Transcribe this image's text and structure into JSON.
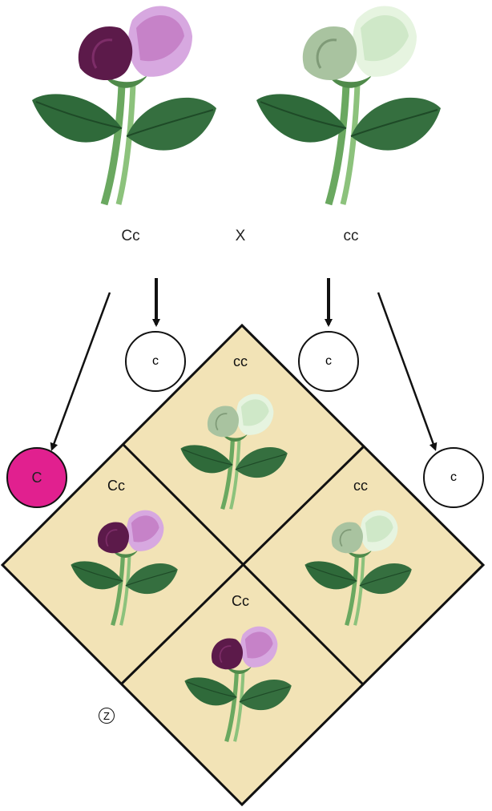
{
  "parents": {
    "left": {
      "genotype": "Cc",
      "flower_color": "purple"
    },
    "cross_symbol": "X",
    "right": {
      "genotype": "cc",
      "flower_color": "white"
    }
  },
  "gametes": {
    "left_parent": [
      {
        "allele": "C",
        "color": "#e1208f"
      },
      {
        "allele": "c",
        "color": "#ffffff"
      }
    ],
    "right_parent": [
      {
        "allele": "c",
        "color": "#ffffff"
      },
      {
        "allele": "c",
        "color": "#ffffff"
      }
    ]
  },
  "punnett": {
    "top": "cc",
    "left": "Cc",
    "right": "cc",
    "bottom": "Cc"
  },
  "colors": {
    "grid_fill": "#f2e3b6",
    "purple_dark": "#5c1a4a",
    "purple_light": "#c682c8",
    "leaf": "#2f6a3a",
    "stem": "#6aa860"
  },
  "corner_mark": "Z"
}
